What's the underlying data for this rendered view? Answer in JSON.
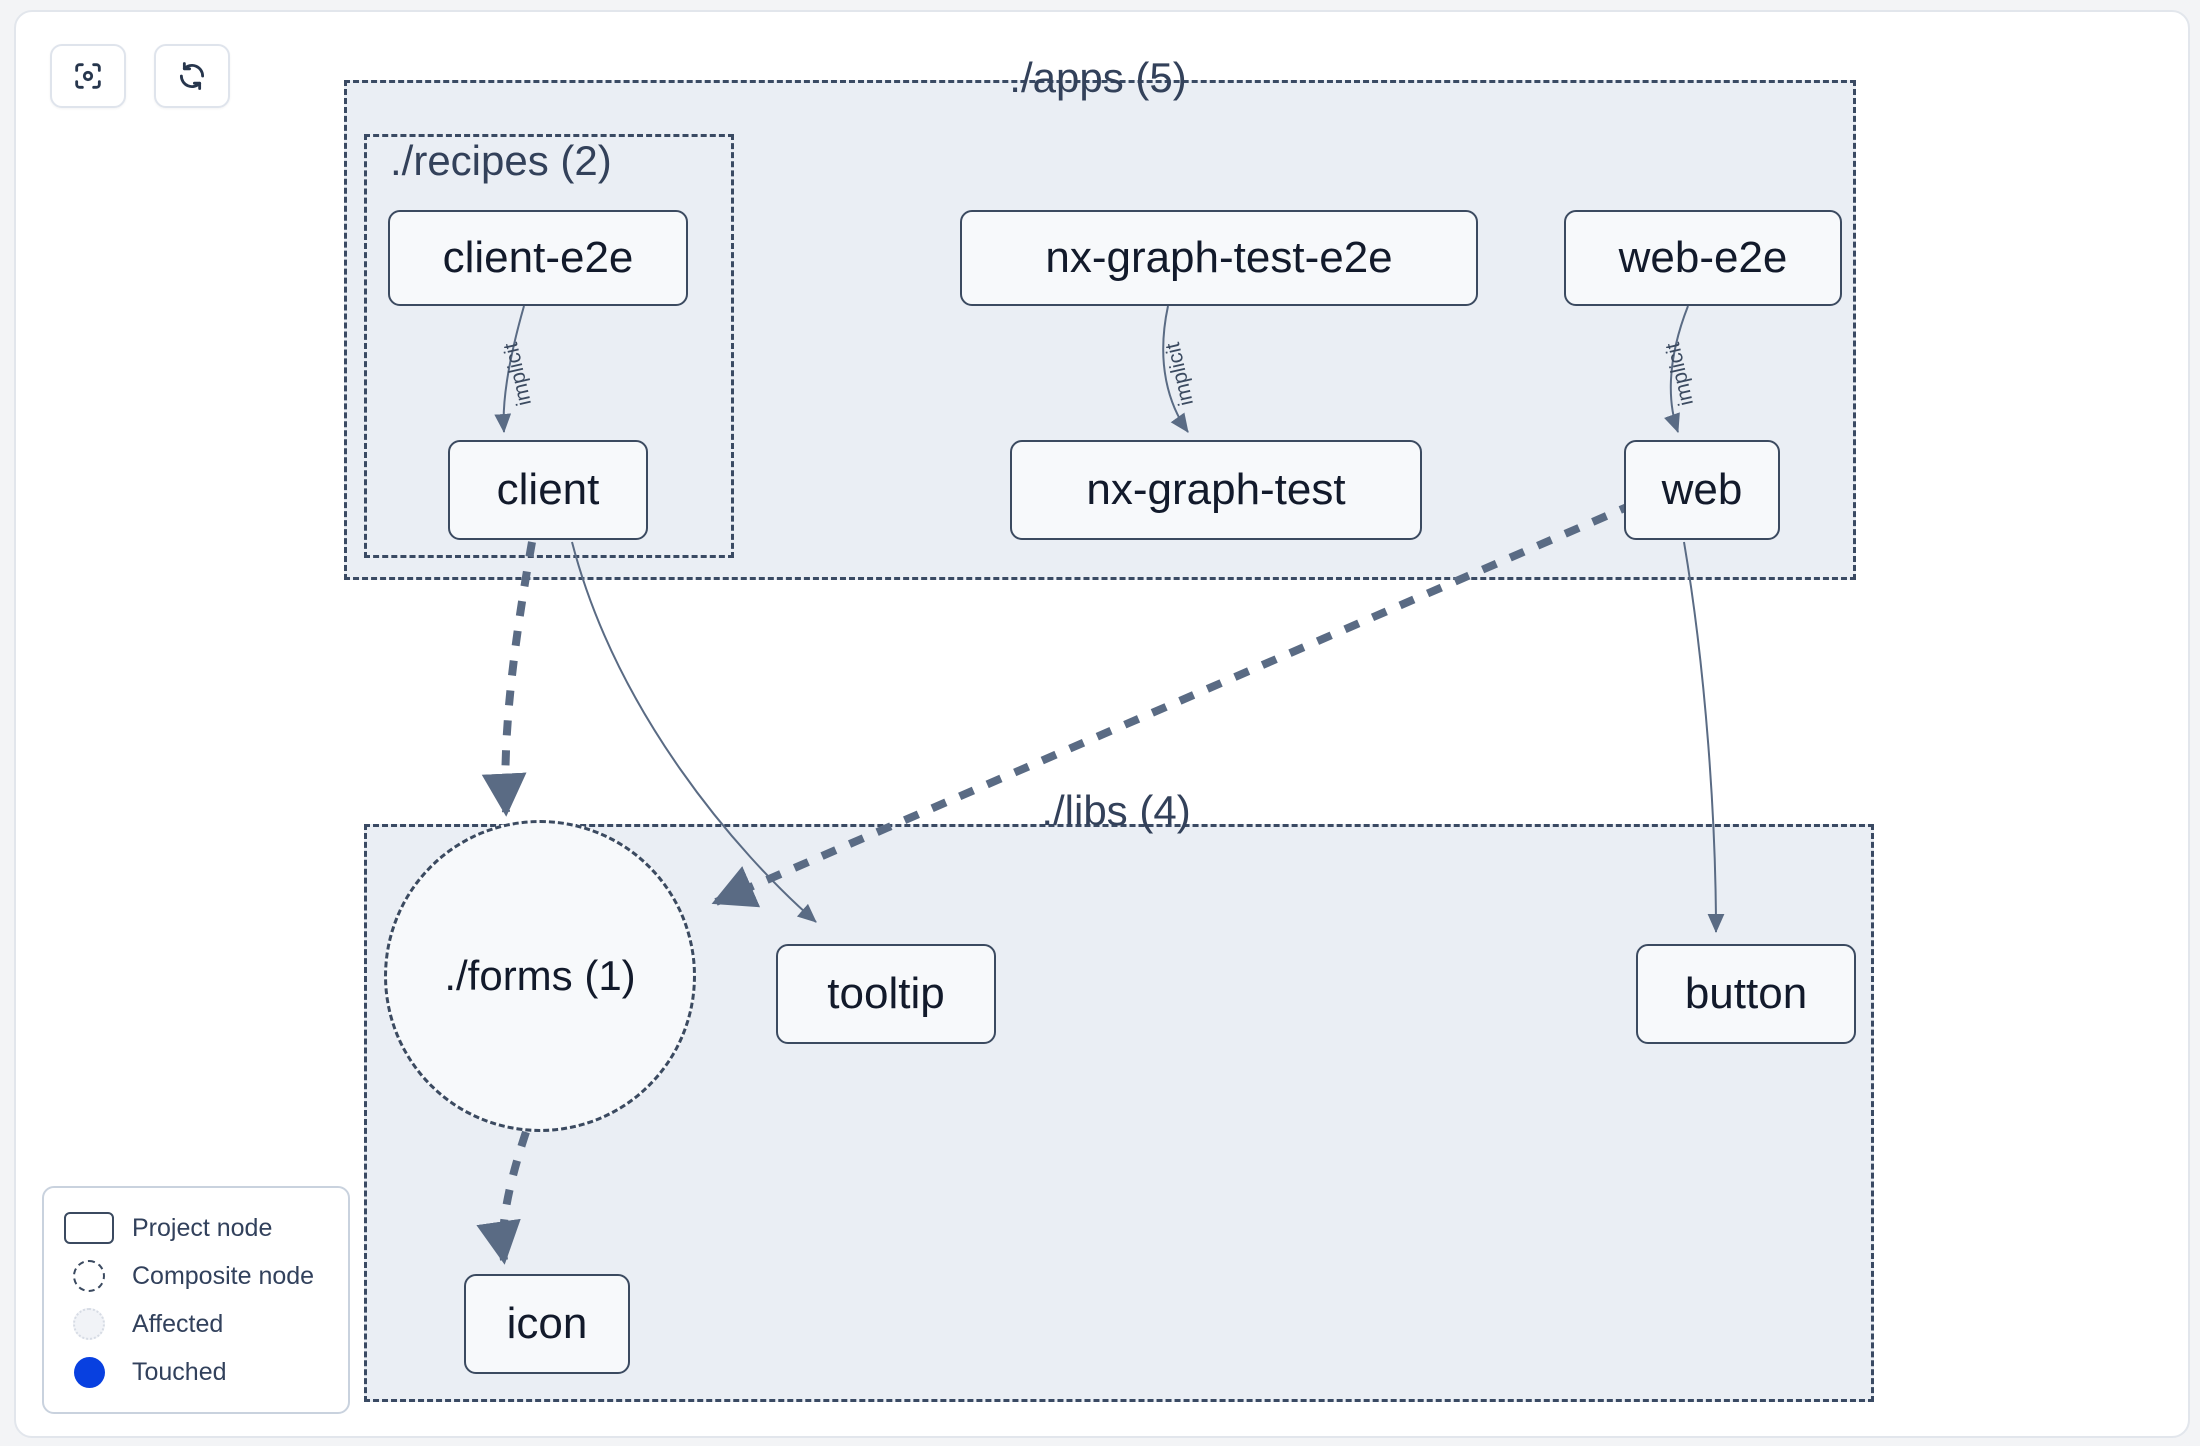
{
  "toolbar": {
    "buttons": [
      {
        "name": "focus-graph-button",
        "icon": "focus-target-icon",
        "label": ""
      },
      {
        "name": "refresh-graph-button",
        "icon": "refresh-icon",
        "label": ""
      }
    ]
  },
  "groups": [
    {
      "id": "apps",
      "label": "./apps (5)"
    },
    {
      "id": "recipes",
      "label": "./recipes (2)"
    },
    {
      "id": "libs",
      "label": "./libs (4)"
    }
  ],
  "nodes": [
    {
      "id": "client-e2e",
      "label": "client-e2e",
      "type": "project"
    },
    {
      "id": "nx-graph-test-e2e",
      "label": "nx-graph-test-e2e",
      "type": "project"
    },
    {
      "id": "web-e2e",
      "label": "web-e2e",
      "type": "project"
    },
    {
      "id": "client",
      "label": "client",
      "type": "project"
    },
    {
      "id": "nx-graph-test",
      "label": "nx-graph-test",
      "type": "project"
    },
    {
      "id": "web",
      "label": "web",
      "type": "project"
    },
    {
      "id": "forms",
      "label": "./forms (1)",
      "type": "composite"
    },
    {
      "id": "tooltip",
      "label": "tooltip",
      "type": "project"
    },
    {
      "id": "button",
      "label": "button",
      "type": "project"
    },
    {
      "id": "icon",
      "label": "icon",
      "type": "project"
    }
  ],
  "edges": [
    {
      "from": "client-e2e",
      "to": "client",
      "label": "implicit",
      "style": "thin-solid"
    },
    {
      "from": "nx-graph-test-e2e",
      "to": "nx-graph-test",
      "label": "implicit",
      "style": "thin-solid"
    },
    {
      "from": "web-e2e",
      "to": "web",
      "label": "implicit",
      "style": "thin-solid"
    },
    {
      "from": "client",
      "to": "forms",
      "label": "",
      "style": "thick-dashed"
    },
    {
      "from": "client",
      "to": "tooltip",
      "label": "",
      "style": "thin-solid"
    },
    {
      "from": "web",
      "to": "forms",
      "label": "",
      "style": "thick-dashed"
    },
    {
      "from": "web",
      "to": "button",
      "label": "",
      "style": "thin-solid"
    },
    {
      "from": "forms",
      "to": "icon",
      "label": "",
      "style": "thick-dashed"
    }
  ],
  "legend": {
    "items": [
      {
        "swatch": "project-node-swatch",
        "label": "Project node"
      },
      {
        "swatch": "composite-node-swatch",
        "label": "Composite node"
      },
      {
        "swatch": "affected-swatch",
        "label": "Affected"
      },
      {
        "swatch": "touched-swatch",
        "label": "Touched"
      }
    ]
  },
  "colors": {
    "node_border": "#3b4a60",
    "node_fill": "#f7f9fb",
    "group_fill": "#eaeef4",
    "group_border": "#3a4a63",
    "edge": "#5a6b84",
    "touched": "#0840e0",
    "text": "#121a2b"
  }
}
